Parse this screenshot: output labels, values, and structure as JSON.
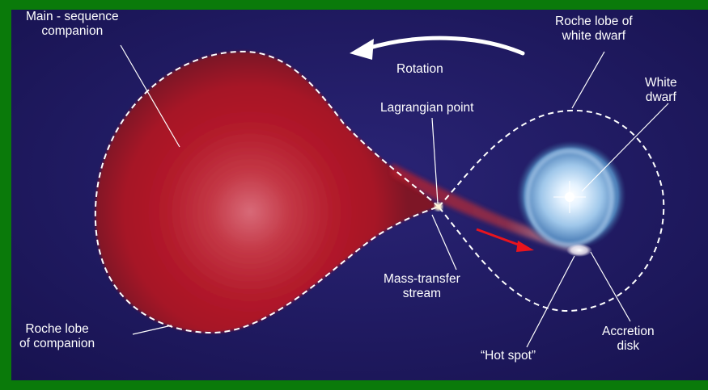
{
  "labels": {
    "main_sequence_companion": [
      "Main - sequence",
      "companion"
    ],
    "roche_lobe_white_dwarf": [
      "Roche lobe of",
      "white dwarf"
    ],
    "white_dwarf": [
      "White",
      "dwarf"
    ],
    "rotation": "Rotation",
    "lagrangian_point": "Lagrangian point",
    "mass_transfer_stream": [
      "Mass-transfer",
      "stream"
    ],
    "roche_lobe_companion": [
      "Roche lobe",
      "of companion"
    ],
    "hot_spot": "“Hot spot”",
    "accretion_disk": [
      "Accretion",
      "disk"
    ]
  },
  "colors": {
    "frame": "#0a7a0a",
    "space": "#1e1a63",
    "companion_star": "#b21a2a",
    "stream_arrow": "#e8141e",
    "white_dwarf_glow": "#cfe6ff",
    "label": "#ffffff"
  }
}
